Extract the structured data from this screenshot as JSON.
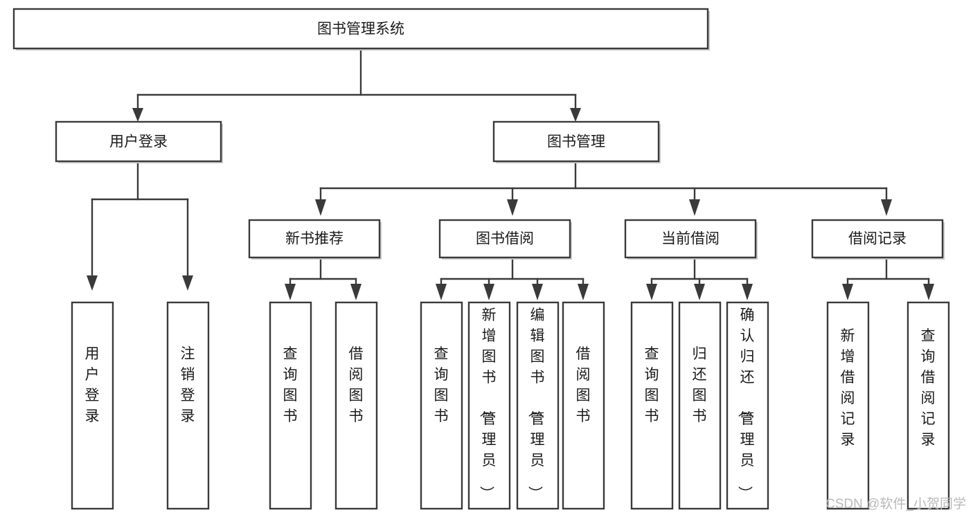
{
  "diagram": {
    "title": "图书管理系统",
    "type": "tree-hierarchy-chart",
    "root": {
      "id": "root",
      "label": "图书管理系统",
      "orientation": "horizontal"
    },
    "level2": [
      {
        "id": "user-login",
        "label": "用户登录",
        "orientation": "horizontal"
      },
      {
        "id": "book-management",
        "label": "图书管理",
        "orientation": "horizontal"
      }
    ],
    "level3": [
      {
        "id": "new-book-recommend",
        "label": "新书推荐",
        "orientation": "horizontal",
        "parent": "book-management"
      },
      {
        "id": "book-borrow",
        "label": "图书借阅",
        "orientation": "horizontal",
        "parent": "book-management"
      },
      {
        "id": "current-borrow",
        "label": "当前借阅",
        "orientation": "horizontal",
        "parent": "book-management"
      },
      {
        "id": "borrow-record",
        "label": "借阅记录",
        "orientation": "horizontal",
        "parent": "book-management"
      }
    ],
    "leaves": [
      {
        "id": "leaf-user-login",
        "label": "用户登录",
        "orientation": "vertical",
        "parent": "user-login"
      },
      {
        "id": "leaf-logout-login",
        "label": "注销登录",
        "orientation": "vertical",
        "parent": "user-login"
      },
      {
        "id": "leaf-query-book-1",
        "label": "查询图书",
        "orientation": "vertical",
        "parent": "new-book-recommend"
      },
      {
        "id": "leaf-borrow-book-1",
        "label": "借阅图书",
        "orientation": "vertical",
        "parent": "new-book-recommend"
      },
      {
        "id": "leaf-query-book-2",
        "label": "查询图书",
        "orientation": "vertical",
        "parent": "book-borrow"
      },
      {
        "id": "leaf-add-book",
        "label": "新增图书（管理员）",
        "orientation": "vertical",
        "parent": "book-borrow"
      },
      {
        "id": "leaf-edit-book",
        "label": "编辑图书（管理员）",
        "orientation": "vertical",
        "parent": "book-borrow"
      },
      {
        "id": "leaf-borrow-book-2",
        "label": "借阅图书",
        "orientation": "vertical",
        "parent": "book-borrow"
      },
      {
        "id": "leaf-query-book-3",
        "label": "查询图书",
        "orientation": "vertical",
        "parent": "current-borrow"
      },
      {
        "id": "leaf-return-book",
        "label": "归还图书",
        "orientation": "vertical",
        "parent": "current-borrow"
      },
      {
        "id": "leaf-confirm-return",
        "label": "确认归还（管理员）",
        "orientation": "vertical",
        "parent": "current-borrow"
      },
      {
        "id": "leaf-add-record",
        "label": "新增借阅记录",
        "orientation": "vertical",
        "parent": "borrow-record"
      },
      {
        "id": "leaf-query-record",
        "label": "查询借阅记录",
        "orientation": "vertical",
        "parent": "borrow-record"
      }
    ],
    "colors": {
      "stroke": "#3a3a3a",
      "fill": "#ffffff",
      "text": "#1a1a1a",
      "shadow": "#c9c9c9",
      "watermark": "#b9b9b9"
    }
  },
  "watermark": {
    "text": "CSDN @软件_小贺同学"
  }
}
